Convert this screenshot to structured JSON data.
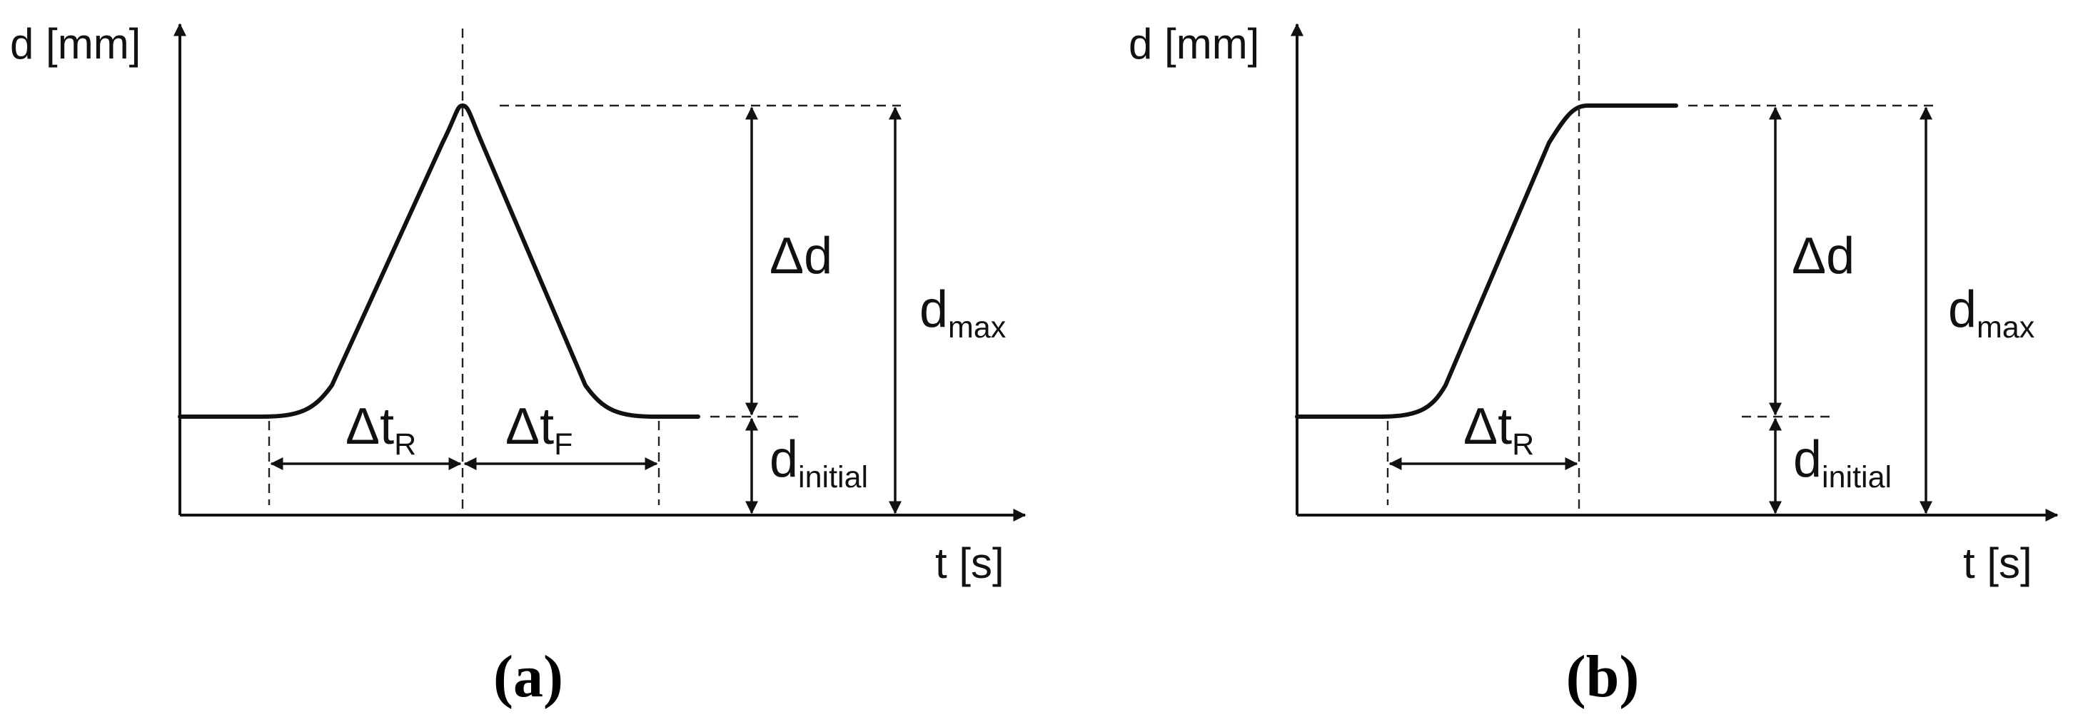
{
  "panels": [
    {
      "id": "a",
      "caption_open": "(",
      "caption_letter": "a",
      "caption_close": ")",
      "y_axis_label": "d [mm]",
      "x_axis_label": "t [s]",
      "delta_d": "Δd",
      "d_max_base": "d",
      "d_max_sub": "max",
      "d_initial_base": "d",
      "d_initial_sub": "initial",
      "rise_base": "Δt",
      "rise_sub": "R",
      "fall_base": "Δt",
      "fall_sub": "F"
    },
    {
      "id": "b",
      "caption_open": "(",
      "caption_letter": "b",
      "caption_close": ")",
      "y_axis_label": "d [mm]",
      "x_axis_label": "t [s]",
      "delta_d": "Δd",
      "d_max_base": "d",
      "d_max_sub": "max",
      "d_initial_base": "d",
      "d_initial_sub": "initial",
      "rise_base": "Δt",
      "rise_sub": "R"
    }
  ],
  "colors": {
    "ink": "#111111",
    "background": "#ffffff"
  }
}
